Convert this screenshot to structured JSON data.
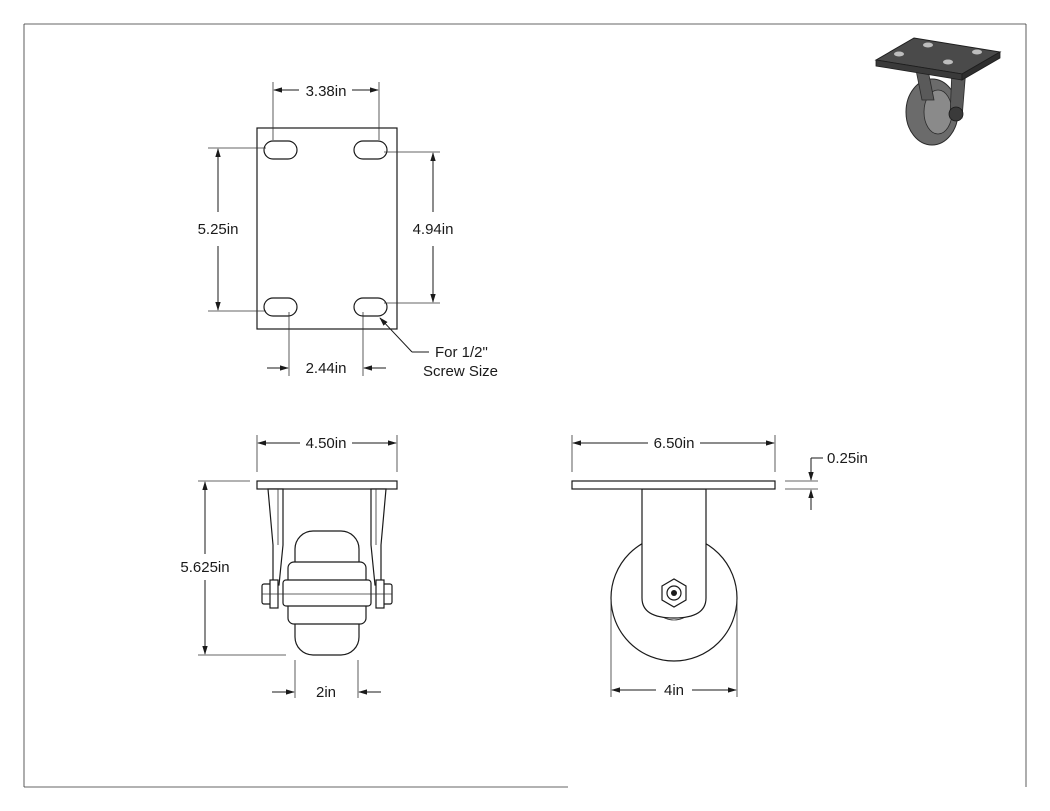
{
  "dimensions": {
    "top_hole_spacing_width": "3.38in",
    "left_hole_spacing_height": "5.25in",
    "right_hole_spacing_height": "4.94in",
    "bottom_hole_spacing_width": "2.44in",
    "screw_note_line1": "For 1/2\"",
    "screw_note_line2": "Screw Size",
    "plate_width_front": "4.50in",
    "overall_height": "5.625in",
    "wheel_width": "2in",
    "plate_length_side": "6.50in",
    "plate_thickness": "0.25in",
    "wheel_diameter": "4in"
  },
  "colors": {
    "line": "#1a1a1a",
    "iso_plate": "#4a4a4a",
    "iso_wheel": "#6b6b6b"
  },
  "icons": {
    "isometric_preview": "caster-isometric-icon"
  }
}
